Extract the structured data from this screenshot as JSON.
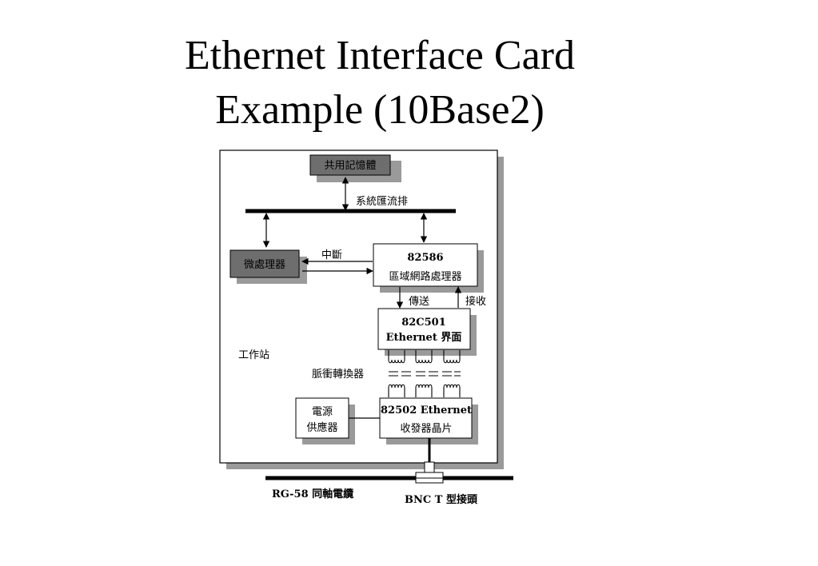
{
  "slide": {
    "title_line1": "Ethernet Interface Card",
    "title_line2": "Example (10Base2)"
  },
  "diagram": {
    "shared_memory": "共用記憶體",
    "system_bus": "系統匯流排",
    "microprocessor": "微處理器",
    "interrupt": "中斷",
    "lan_processor_id": "82586",
    "lan_processor_name": "區域網路處理器",
    "transmit": "傳送",
    "receive": "接收",
    "interface_id": "82C501",
    "interface_name": "Ethernet 界面",
    "workstation": "工作站",
    "pulse_transformer": "脈衝轉換器",
    "power_supply_line1": "電源",
    "power_supply_line2": "供應器",
    "transceiver_line1": "82502 Ethernet",
    "transceiver_line2": "收發器晶片",
    "coax_cable": "RG-58 同軸電纜",
    "bnc_connector": "BNC T 型接頭"
  },
  "colors": {
    "shadow": "#9a9a9a",
    "dark_box": "#6e6e6e",
    "line": "#000000"
  }
}
